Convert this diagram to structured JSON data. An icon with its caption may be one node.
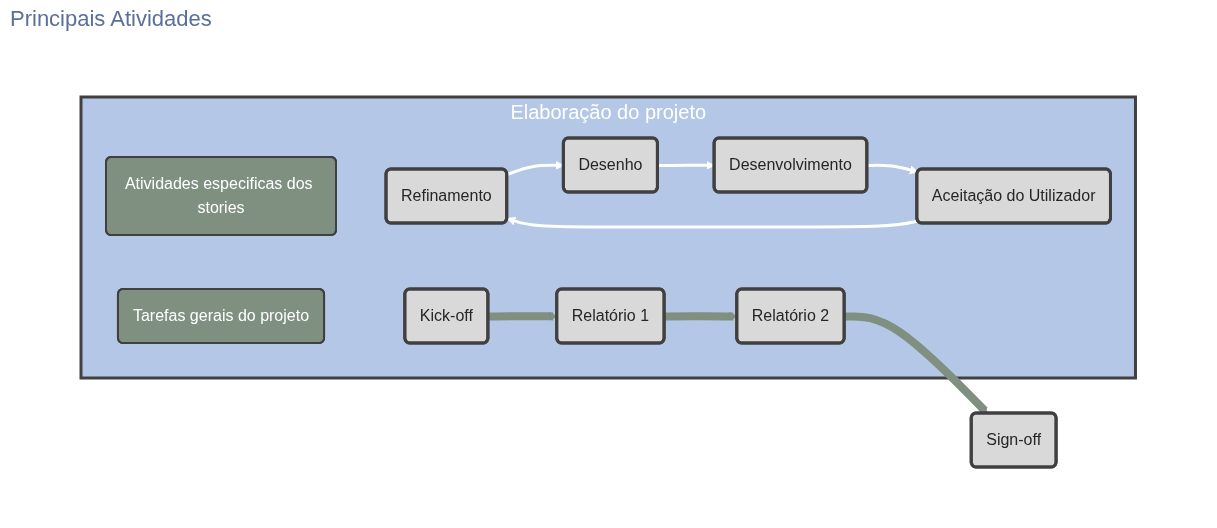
{
  "diagram": {
    "nodes": [
      {
        "text": [
          "Elaboração do projeto"
        ]
      },
      {
        "text": [
          "Tarefas gerais do projeto"
        ],
        "in": 0
      },
      {
        "text": [
          "Kick-off"
        ],
        "in": 0
      },
      {
        "text": [
          "Relatório 1"
        ],
        "in": 0
      },
      {
        "text": [
          "Relatório 2"
        ],
        "in": 0
      },
      {
        "text": [
          "Sign-off"
        ]
      },
      {
        "text": [
          "Atividades especificas dos stories"
        ],
        "in": 0
      },
      {
        "text": [
          "Refinamento"
        ],
        "in": 0
      },
      {
        "text": [
          "Desenho"
        ],
        "in": 0
      },
      {
        "text": [
          "Desenvolvimento"
        ],
        "in": 0
      },
      {
        "text": [
          "Aceitação do Utilizador"
        ],
        "in": 0
      }
    ],
    "edges": [
      {
        "from": 2,
        "to": 3,
        "arrow": "to",
        "style": "thick",
        "color": "#7f8f80"
      },
      {
        "from": 3,
        "to": 4,
        "arrow": "to",
        "style": "thick",
        "color": "#7f8f80"
      },
      {
        "from": 4,
        "to": 5,
        "arrow": "to",
        "style": "thick",
        "color": "#7f8f80"
      },
      {
        "from": 7,
        "to": 8,
        "arrow": "to"
      },
      {
        "from": 8,
        "to": 9,
        "arrow": "to"
      },
      {
        "from": 9,
        "to": 10,
        "arrow": "to"
      },
      {
        "from": 10,
        "to": 7,
        "arrow": "to"
      }
    ],
    "labels": [
      "Principais Atividades"
    ]
  }
}
